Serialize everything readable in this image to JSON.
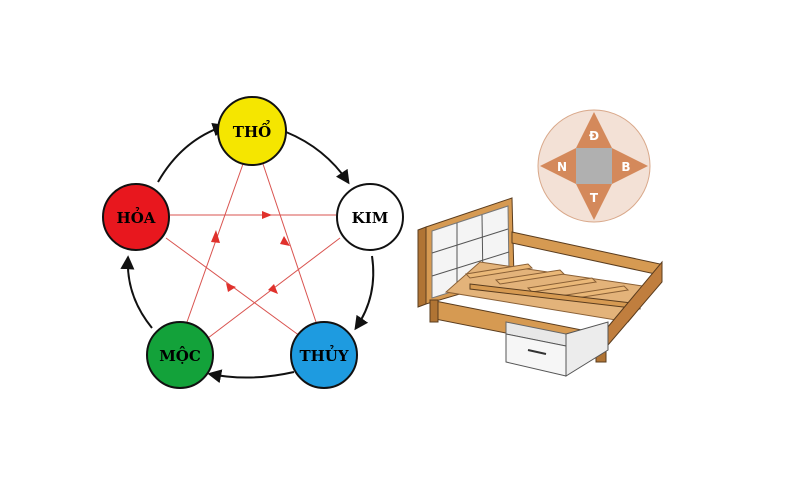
{
  "five_elements": {
    "tho": {
      "label": "THỔ",
      "color": "#f5e600"
    },
    "kim": {
      "label": "KIM",
      "color": "#ffffff"
    },
    "thuy": {
      "label": "THỦY",
      "color": "#1e9be0"
    },
    "moc": {
      "label": "MỘC",
      "color": "#13a23a"
    },
    "hoa": {
      "label": "HỎA",
      "color": "#e8171e"
    }
  },
  "compass": {
    "north": "Đ",
    "west": "N",
    "east": "B",
    "south": "T",
    "colors": {
      "arm": "#d4895b",
      "center": "#b0b0b0",
      "ring": "#f3e1d6"
    }
  },
  "colors": {
    "cycle_arrow": "#111111",
    "control_line": "#d9534f",
    "wood": "#c98a44"
  }
}
